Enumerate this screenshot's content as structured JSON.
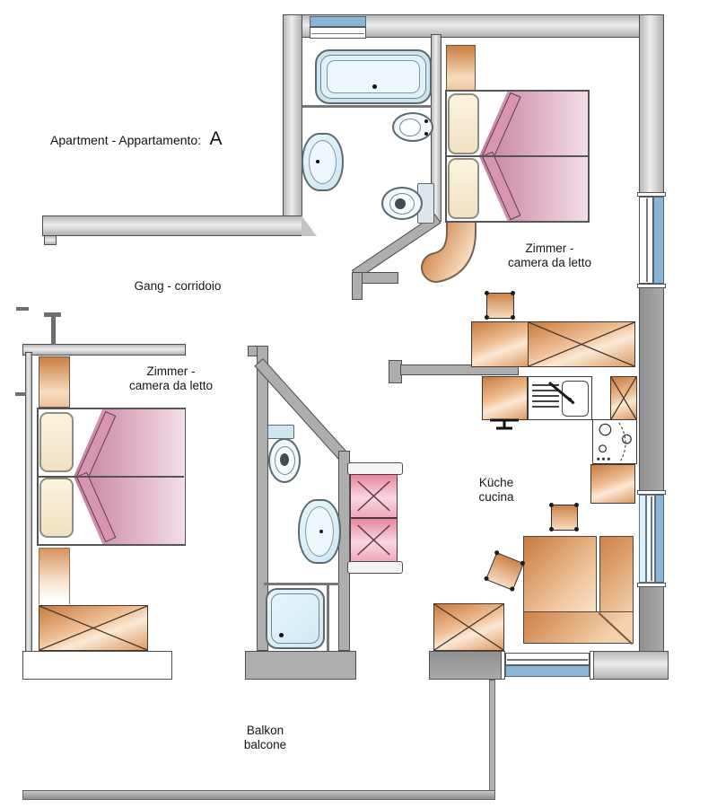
{
  "title": {
    "text": "Apartment - Appartamento:",
    "apartment_letter": "A"
  },
  "labels": {
    "corridor": "Gang - corridoio",
    "bedroom_right": [
      "Zimmer -",
      "camera da letto"
    ],
    "bedroom_left": [
      "Zimmer -",
      "camera da letto"
    ],
    "kitchen": [
      "Küche",
      "cucina"
    ],
    "balcony": [
      "Balkon",
      "balcone"
    ]
  },
  "colors": {
    "wall_gray": "#c9c9c9",
    "furniture_orange": "#d8854e",
    "bed_blanket_pink": "#cf84a2",
    "pillow_cream": "#f8efd8",
    "fixture_blue": "#dceef6",
    "window_blue": "#8ab5d5",
    "wardrobe_pink": "#ee9ab2",
    "text": "#111111"
  }
}
